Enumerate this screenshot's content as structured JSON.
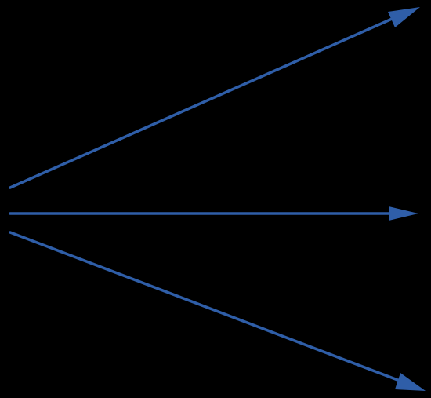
{
  "diagram": {
    "background_color": "#000000",
    "arrow_color": "#2f5ea8",
    "arrows": [
      {
        "name": "upper",
        "direction": "up-right"
      },
      {
        "name": "middle",
        "direction": "right"
      },
      {
        "name": "lower",
        "direction": "down-right"
      }
    ]
  }
}
